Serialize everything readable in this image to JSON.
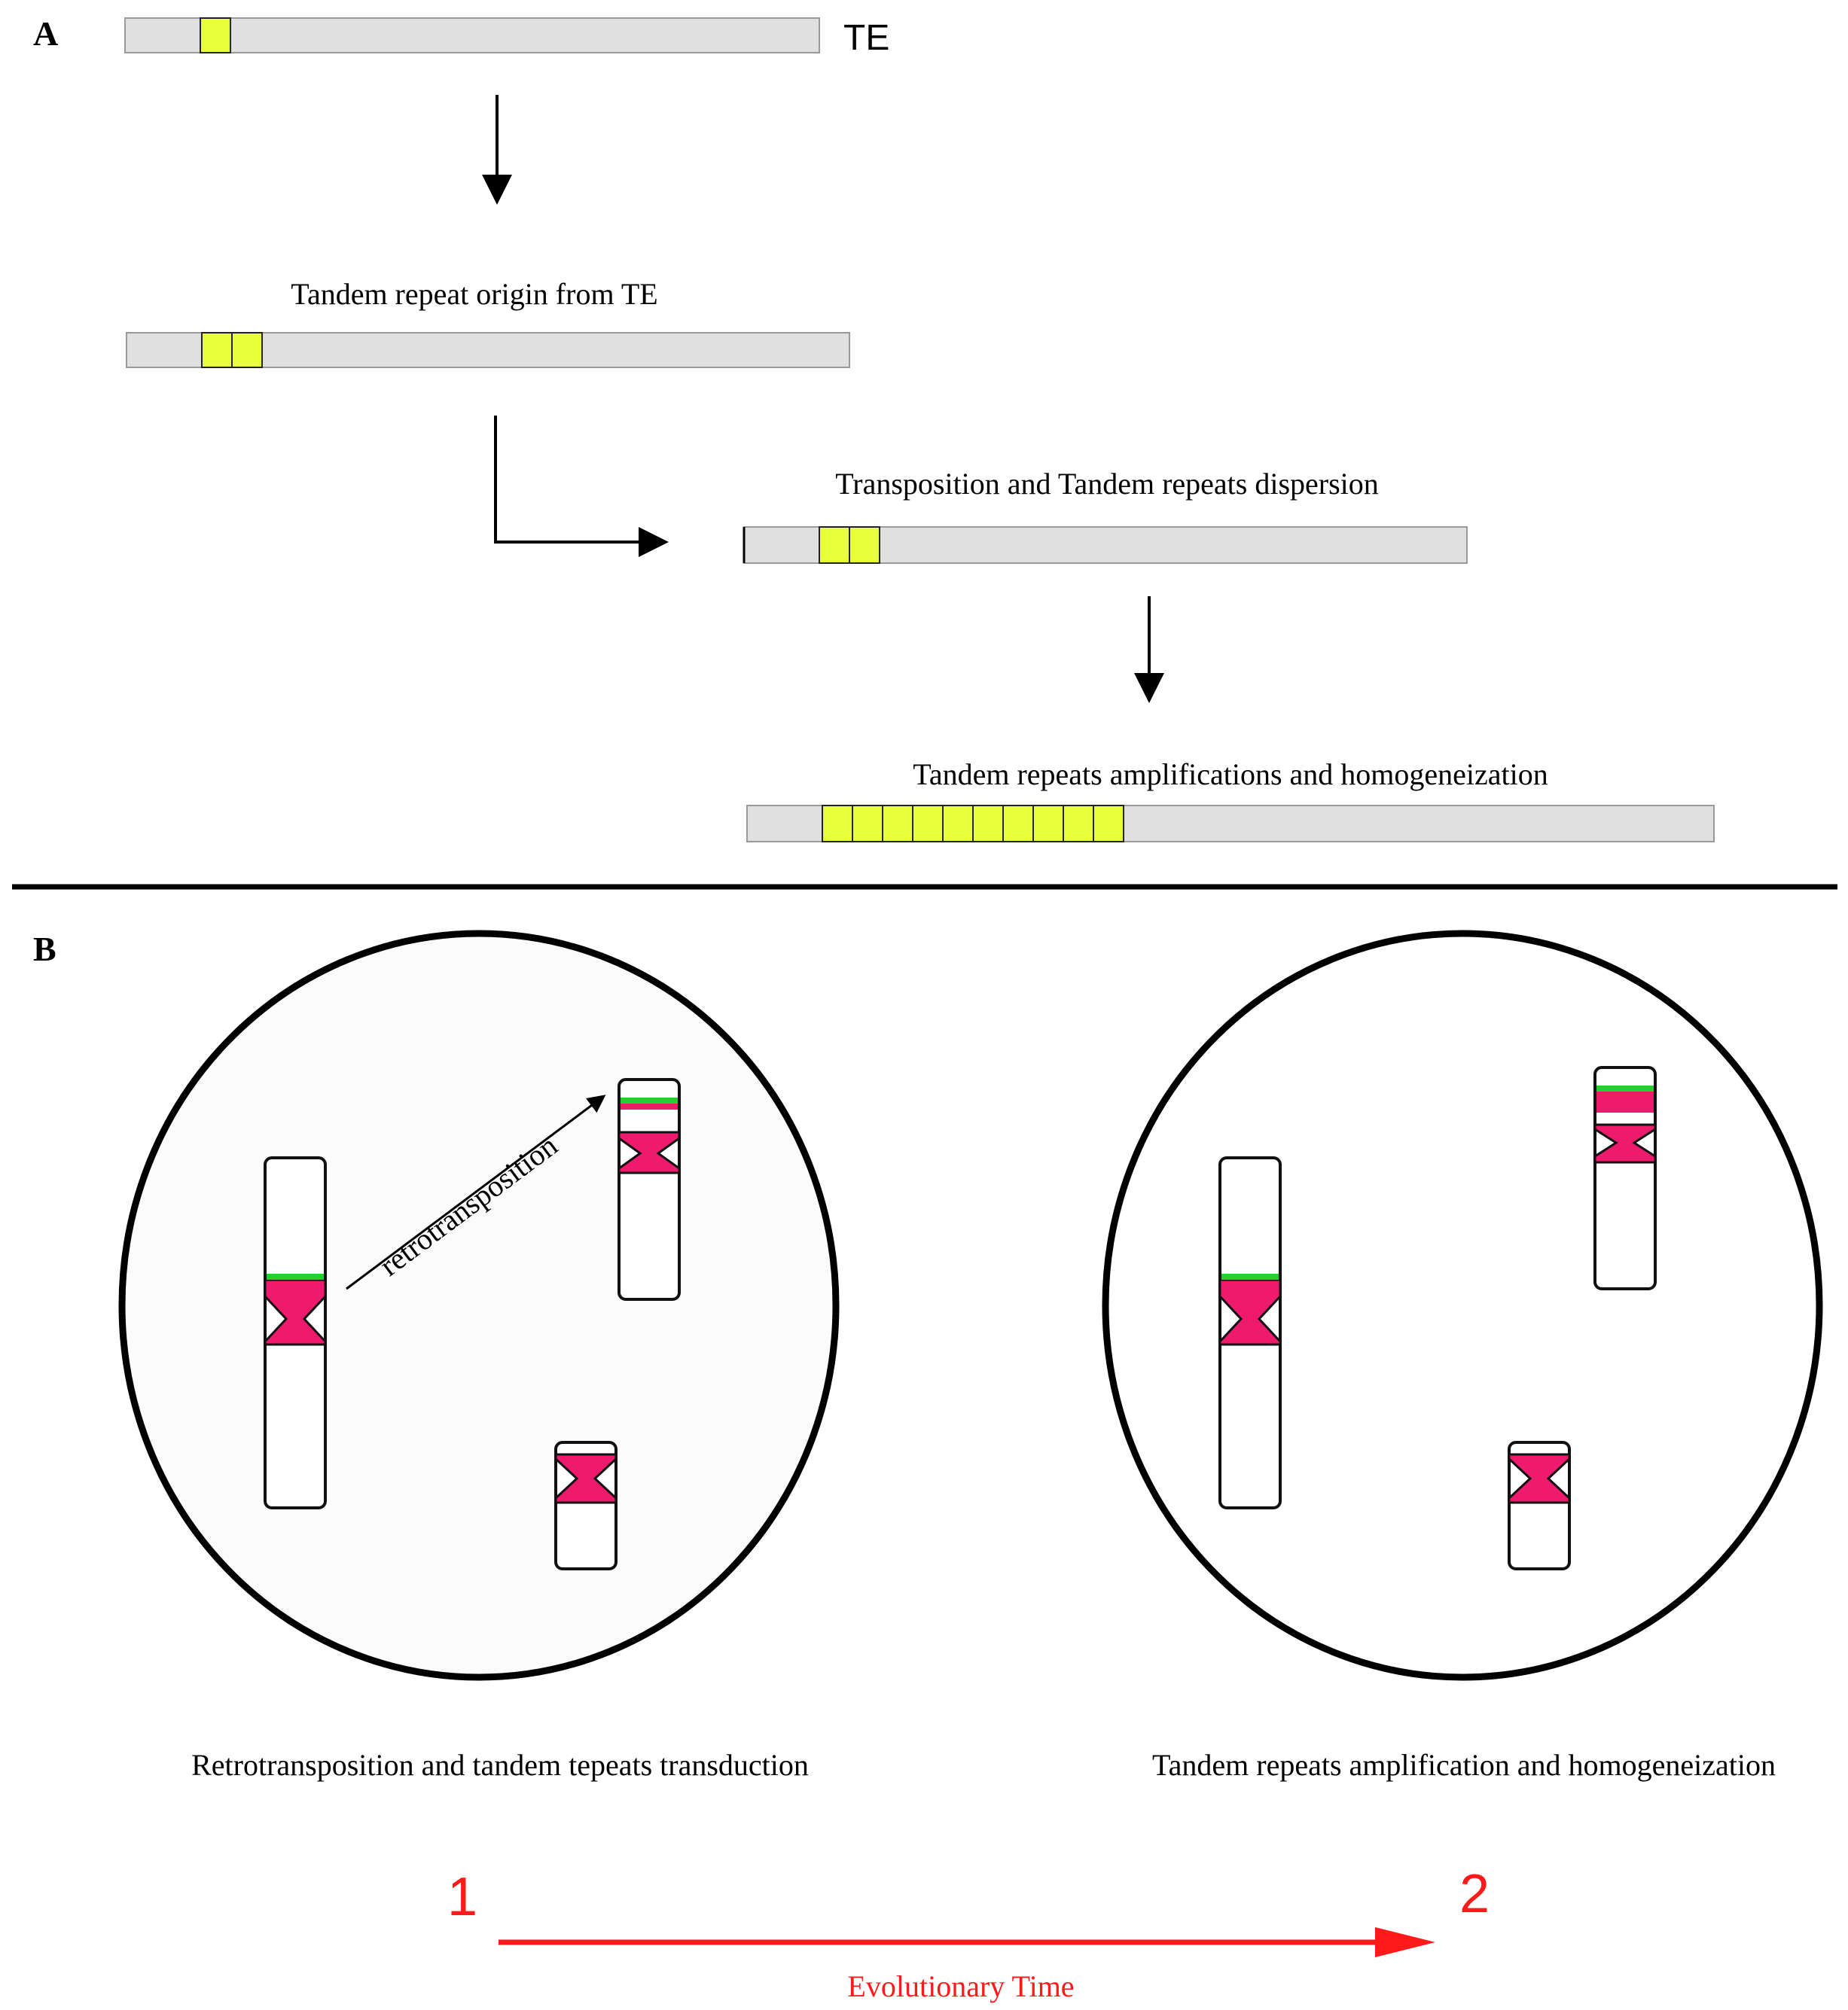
{
  "panel_a": {
    "letter": "A",
    "te_label": "TE",
    "step1_caption": "Tandem repeat origin from TE",
    "step2_caption": "Transposition and Tandem repeats dispersion",
    "step3_caption": "Tandem repeats amplifications and homogeneization"
  },
  "panel_b": {
    "letter": "B",
    "arrow_label": "retrotransposition",
    "cell1_caption": "Retrotransposition and tandem tepeats transduction",
    "cell2_caption": "Tandem repeats amplification and homogeneization"
  },
  "timeline": {
    "start": "1",
    "end": "2",
    "label": "Evolutionary Time"
  },
  "colors": {
    "repeat": "#e8ff3c",
    "centromere": "#ee1a6e",
    "green_band": "#22d12a",
    "timeline": "#ff1a1a",
    "bar": "#e0e0e0"
  }
}
